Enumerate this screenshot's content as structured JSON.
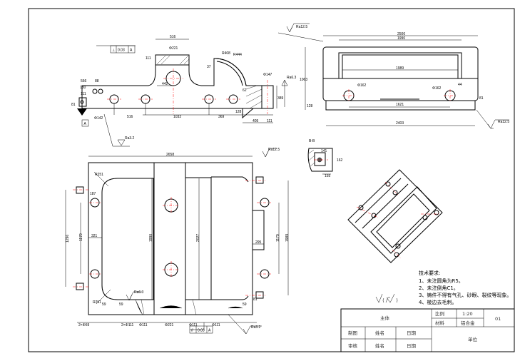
{
  "front_view": {
    "dims": [
      "516",
      "Φ221",
      "111",
      "R408",
      "R444",
      "37",
      "Φ147",
      "Ra6.3",
      "389",
      "566",
      "88",
      "180",
      "111",
      "81",
      "442",
      "62",
      "Φ142",
      "516",
      "1032",
      "369",
      "128",
      "405",
      "111",
      "Ra3.2"
    ],
    "tolerance": {
      "symbol": "⊥",
      "value": "0.03",
      "datum": "A"
    },
    "datum_label": "A"
  },
  "top_view": {
    "dims": [
      "Ra12.5",
      "2506",
      "1990",
      "1989",
      "1063",
      "Φ162",
      "Φ162",
      "44",
      "81",
      "128",
      "1621",
      "2403",
      "Ra12.5"
    ]
  },
  "plan_view": {
    "dims": [
      "2658",
      "Ra12.5",
      "R251",
      "187",
      "1296",
      "1179",
      "321",
      "1990",
      "2027",
      "295",
      "1179",
      "1989",
      "Ra6.3",
      "R251",
      "59",
      "59",
      "59",
      "81",
      "2×Φ59",
      "2×Φ111",
      "Φ111",
      "Φ221",
      "Φ111",
      "Φ111",
      "Ra3.2"
    ],
    "tolerance": {
      "symbol": "//",
      "value": "0.03",
      "datum": "A"
    }
  },
  "section": {
    "title": "B-B",
    "dims": [
      "141",
      "162",
      "155"
    ]
  },
  "notes": {
    "title": "技术要求:",
    "items": [
      "1、未注圆角为R5。",
      "2、未注倒角C1。",
      "3、铸件不得有气孔、砂眼、裂纹等现象。",
      "4、棱边去毛刺。"
    ]
  },
  "title_block": {
    "part_name": "主体",
    "scale_label": "比例",
    "scale": "1:20",
    "material_label": "材料",
    "material": "铝合金",
    "drawing_no": "01",
    "drawn_label": "制图",
    "checked_label": "审核",
    "name1": "姓名",
    "name2": "姓名",
    "date1": "日期",
    "date2": "日期",
    "unit": "单位"
  }
}
